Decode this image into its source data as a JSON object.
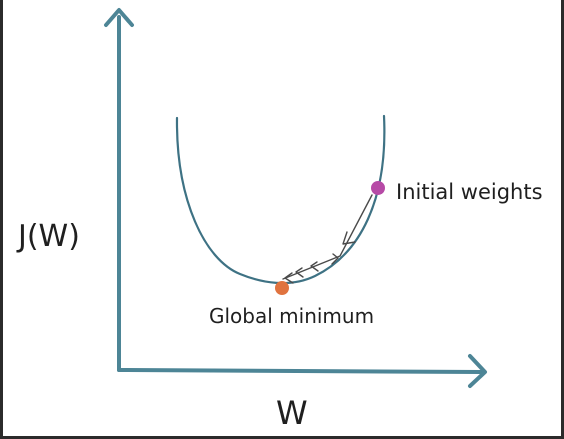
{
  "diagram": {
    "y_axis_label": "J(W)",
    "x_axis_label": "W",
    "initial_point_label": "Initial weights",
    "minimum_point_label": "Global minimum"
  },
  "colors": {
    "background": "#ffffff",
    "axis": "#4d8596",
    "curve": "#3e7284",
    "initial_point": "#b64aa6",
    "minimum_point": "#e0733f",
    "descent_arrows": "#4a4a4a",
    "frame": "#2b2b2b"
  }
}
